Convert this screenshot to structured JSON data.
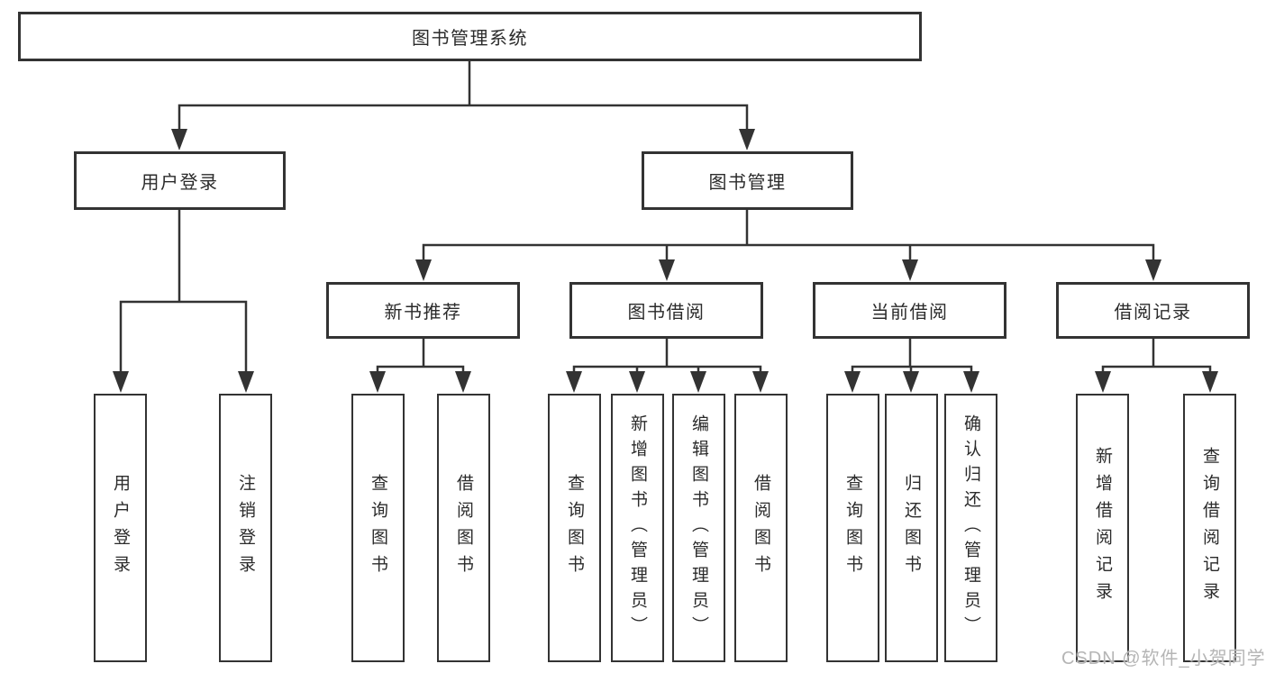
{
  "diagram": {
    "root": {
      "label": "图书管理系统"
    },
    "branches": [
      {
        "label": "用户登录",
        "leaves": [
          {
            "label": "用户登录"
          },
          {
            "label": "注销登录"
          }
        ]
      },
      {
        "label": "图书管理",
        "groups": [
          {
            "label": "新书推荐",
            "leaves": [
              {
                "label": "查询图书"
              },
              {
                "label": "借阅图书"
              }
            ]
          },
          {
            "label": "图书借阅",
            "leaves": [
              {
                "label": "查询图书"
              },
              {
                "label": "新增图书（管理员）"
              },
              {
                "label": "编辑图书（管理员）"
              },
              {
                "label": "借阅图书"
              }
            ]
          },
          {
            "label": "当前借阅",
            "leaves": [
              {
                "label": "查询图书"
              },
              {
                "label": "归还图书"
              },
              {
                "label": "确认归还（管理员）"
              }
            ]
          },
          {
            "label": "借阅记录",
            "leaves": [
              {
                "label": "新增借阅记录"
              },
              {
                "label": "查询借阅记录"
              }
            ]
          }
        ]
      }
    ]
  },
  "watermark": {
    "text": "CSDN @软件_小贺同学"
  },
  "colors": {
    "line": "#333333",
    "box_border": "#333333",
    "text": "#2b2b2b",
    "background": "#ffffff",
    "watermark": "#b5b5b5"
  }
}
